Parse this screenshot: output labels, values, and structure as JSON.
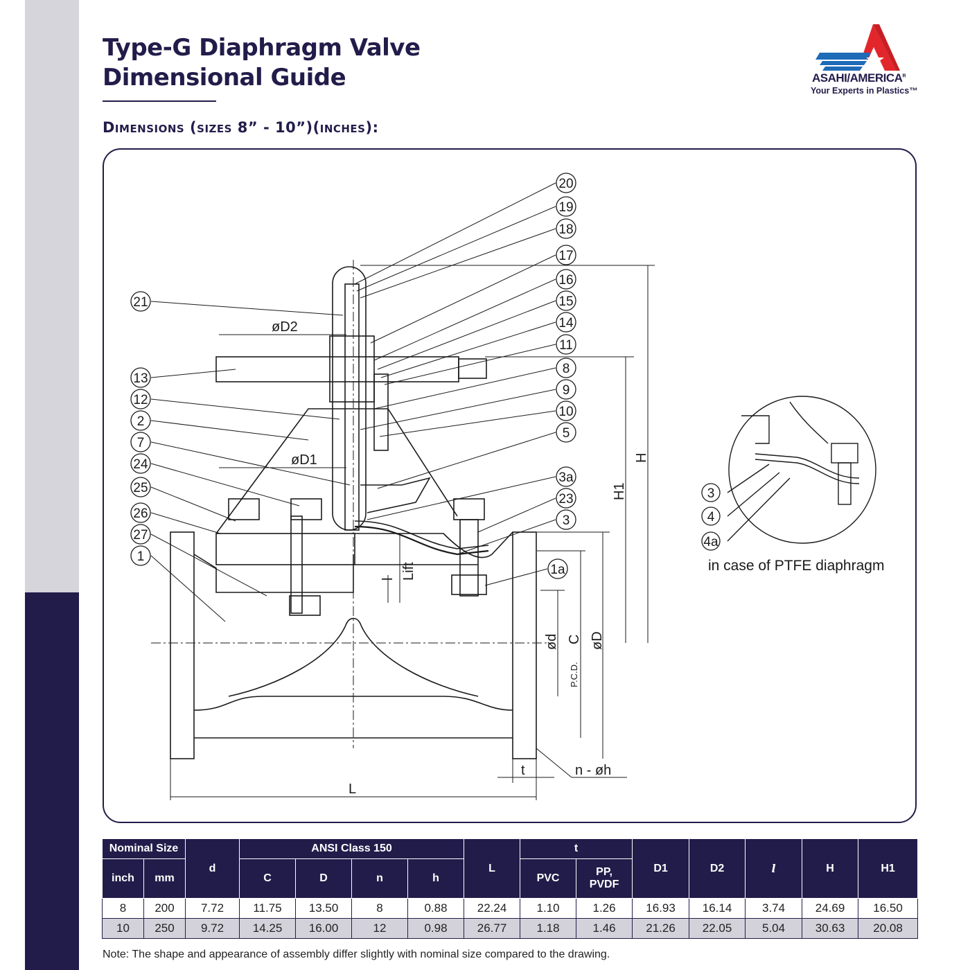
{
  "header": {
    "title_line1": "Type-G Diaphragm Valve",
    "title_line2": "Dimensional Guide",
    "subtitle": "Dimensions (sizes 8” - 10”)(inches):"
  },
  "logo": {
    "name": "ASAHI/AMERICA",
    "registered": "R",
    "tagline": "Your Experts in Plastics™",
    "colors": {
      "red": "#e3262b",
      "blue": "#1e6bb8",
      "navy": "#221c4a"
    }
  },
  "colors": {
    "navy": "#221c4a",
    "sidebar_light": "#d6d5dc",
    "row_alt": "#d3d2da"
  },
  "drawing": {
    "callouts_right": [
      "20",
      "19",
      "18",
      "17",
      "16",
      "15",
      "14",
      "11",
      "8",
      "9",
      "10",
      "5",
      "3a",
      "23",
      "3",
      "1a"
    ],
    "callouts_left": [
      "21",
      "13",
      "12",
      "2",
      "7",
      "24",
      "25",
      "26",
      "27",
      "1"
    ],
    "detail_callouts": [
      "3",
      "4",
      "4a"
    ],
    "dimension_labels": {
      "D2": "øD2",
      "D1": "øD1",
      "H": "H",
      "H1": "H1",
      "l": "l",
      "lift": "Lift",
      "d": "ød",
      "C": "C",
      "pcd": "P.C.D.",
      "D": "øD",
      "t": "t",
      "nh": "n - øh",
      "L": "L"
    },
    "detail_caption": "in case of PTFE diaphragm"
  },
  "table": {
    "group_headers": {
      "nominal_size": "Nominal Size",
      "d": "d",
      "ansi": "ANSI Class 150",
      "L": "L",
      "t": "t",
      "D1": "D1",
      "D2": "D2",
      "l": "l",
      "H": "H",
      "H1": "H1"
    },
    "sub_headers": {
      "inch": "inch",
      "mm": "mm",
      "C": "C",
      "D": "D",
      "n": "n",
      "h": "h",
      "pvc": "PVC",
      "pp_line1": "PP,",
      "pp_line2": "PVDF"
    },
    "rows": [
      [
        "8",
        "200",
        "7.72",
        "11.75",
        "13.50",
        "8",
        "0.88",
        "22.24",
        "1.10",
        "1.26",
        "16.93",
        "16.14",
        "3.74",
        "24.69",
        "16.50"
      ],
      [
        "10",
        "250",
        "9.72",
        "14.25",
        "16.00",
        "12",
        "0.98",
        "26.77",
        "1.18",
        "1.46",
        "21.26",
        "22.05",
        "5.04",
        "30.63",
        "20.08"
      ]
    ]
  },
  "note": "Note: The shape and appearance of assembly differ slightly with nominal size compared to the drawing."
}
